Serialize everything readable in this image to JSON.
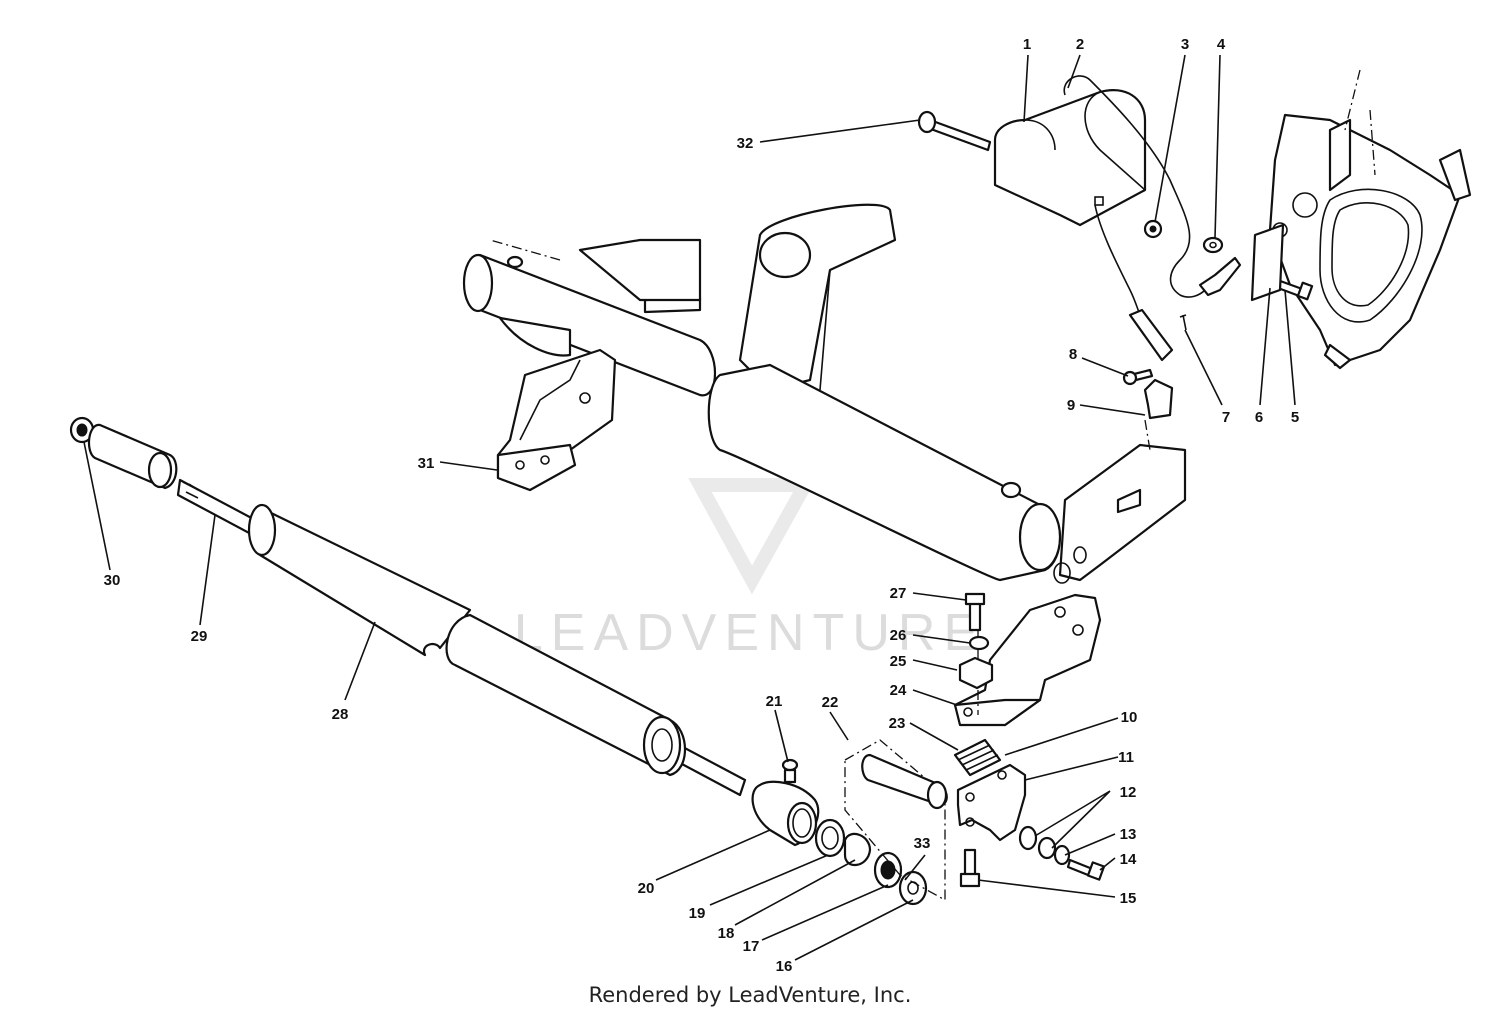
{
  "watermark": {
    "text": "LEADVENTURE"
  },
  "footer": {
    "credit": "Rendered by LeadVenture, Inc."
  },
  "callouts": [
    {
      "id": "1",
      "label": "1"
    },
    {
      "id": "2",
      "label": "2"
    },
    {
      "id": "3",
      "label": "3"
    },
    {
      "id": "4",
      "label": "4"
    },
    {
      "id": "5",
      "label": "5"
    },
    {
      "id": "6",
      "label": "6"
    },
    {
      "id": "7",
      "label": "7"
    },
    {
      "id": "8",
      "label": "8"
    },
    {
      "id": "9",
      "label": "9"
    },
    {
      "id": "10",
      "label": "10"
    },
    {
      "id": "11",
      "label": "11"
    },
    {
      "id": "12",
      "label": "12"
    },
    {
      "id": "13",
      "label": "13"
    },
    {
      "id": "14",
      "label": "14"
    },
    {
      "id": "15",
      "label": "15"
    },
    {
      "id": "16",
      "label": "16"
    },
    {
      "id": "17",
      "label": "17"
    },
    {
      "id": "18",
      "label": "18"
    },
    {
      "id": "19",
      "label": "19"
    },
    {
      "id": "20",
      "label": "20"
    },
    {
      "id": "21",
      "label": "21"
    },
    {
      "id": "22",
      "label": "22"
    },
    {
      "id": "23",
      "label": "23"
    },
    {
      "id": "24",
      "label": "24"
    },
    {
      "id": "25",
      "label": "25"
    },
    {
      "id": "26",
      "label": "26"
    },
    {
      "id": "27",
      "label": "27"
    },
    {
      "id": "28",
      "label": "28"
    },
    {
      "id": "29",
      "label": "29"
    },
    {
      "id": "30",
      "label": "30"
    },
    {
      "id": "31",
      "label": "31"
    },
    {
      "id": "32",
      "label": "32"
    },
    {
      "id": "33",
      "label": "33"
    }
  ]
}
